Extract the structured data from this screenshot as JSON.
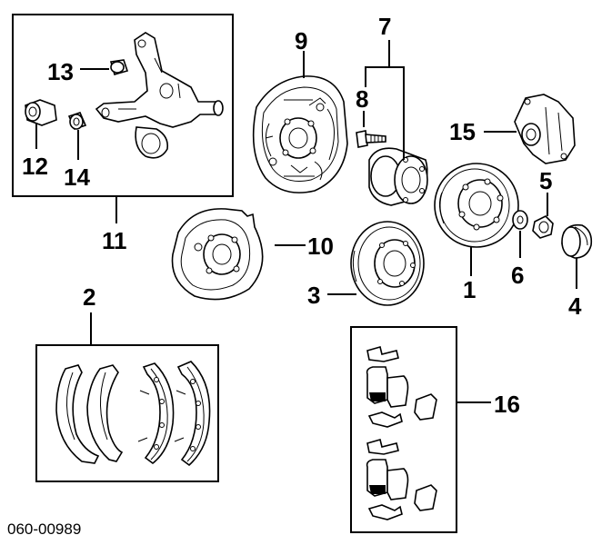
{
  "diagram": {
    "callouts": {
      "c1": "1",
      "c2": "2",
      "c3": "3",
      "c4": "4",
      "c5": "5",
      "c6": "6",
      "c7": "7",
      "c8": "8",
      "c9": "9",
      "c10": "10",
      "c11": "11",
      "c12": "12",
      "c13": "13",
      "c14": "14",
      "c15": "15",
      "c16": "16"
    },
    "code": "060-00989"
  }
}
